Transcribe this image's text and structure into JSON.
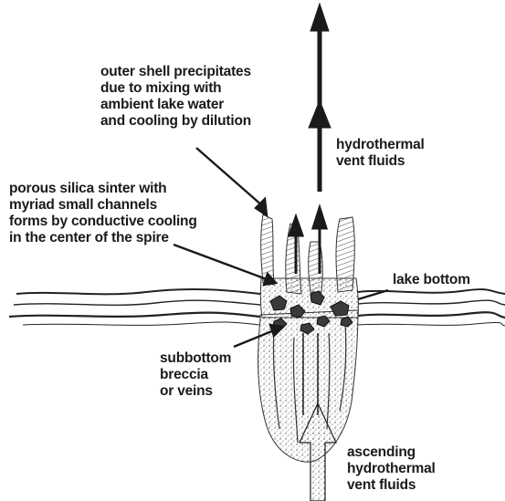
{
  "labels": {
    "outer_shell": [
      "outer shell precipitates",
      "due to mixing with",
      "ambient lake water",
      "and cooling by dilution"
    ],
    "vent_fluids_top": [
      "hydrothermal",
      "vent fluids"
    ],
    "porous_silica": [
      "porous silica sinter with",
      "myriad small channels",
      "forms by conductive cooling",
      "in the center of the spire"
    ],
    "lake_bottom": [
      "lake bottom"
    ],
    "subbottom": [
      "subbottom",
      "breccia",
      "or veins"
    ],
    "ascending": [
      "ascending",
      "hydrothermal",
      "vent fluids"
    ]
  }
}
